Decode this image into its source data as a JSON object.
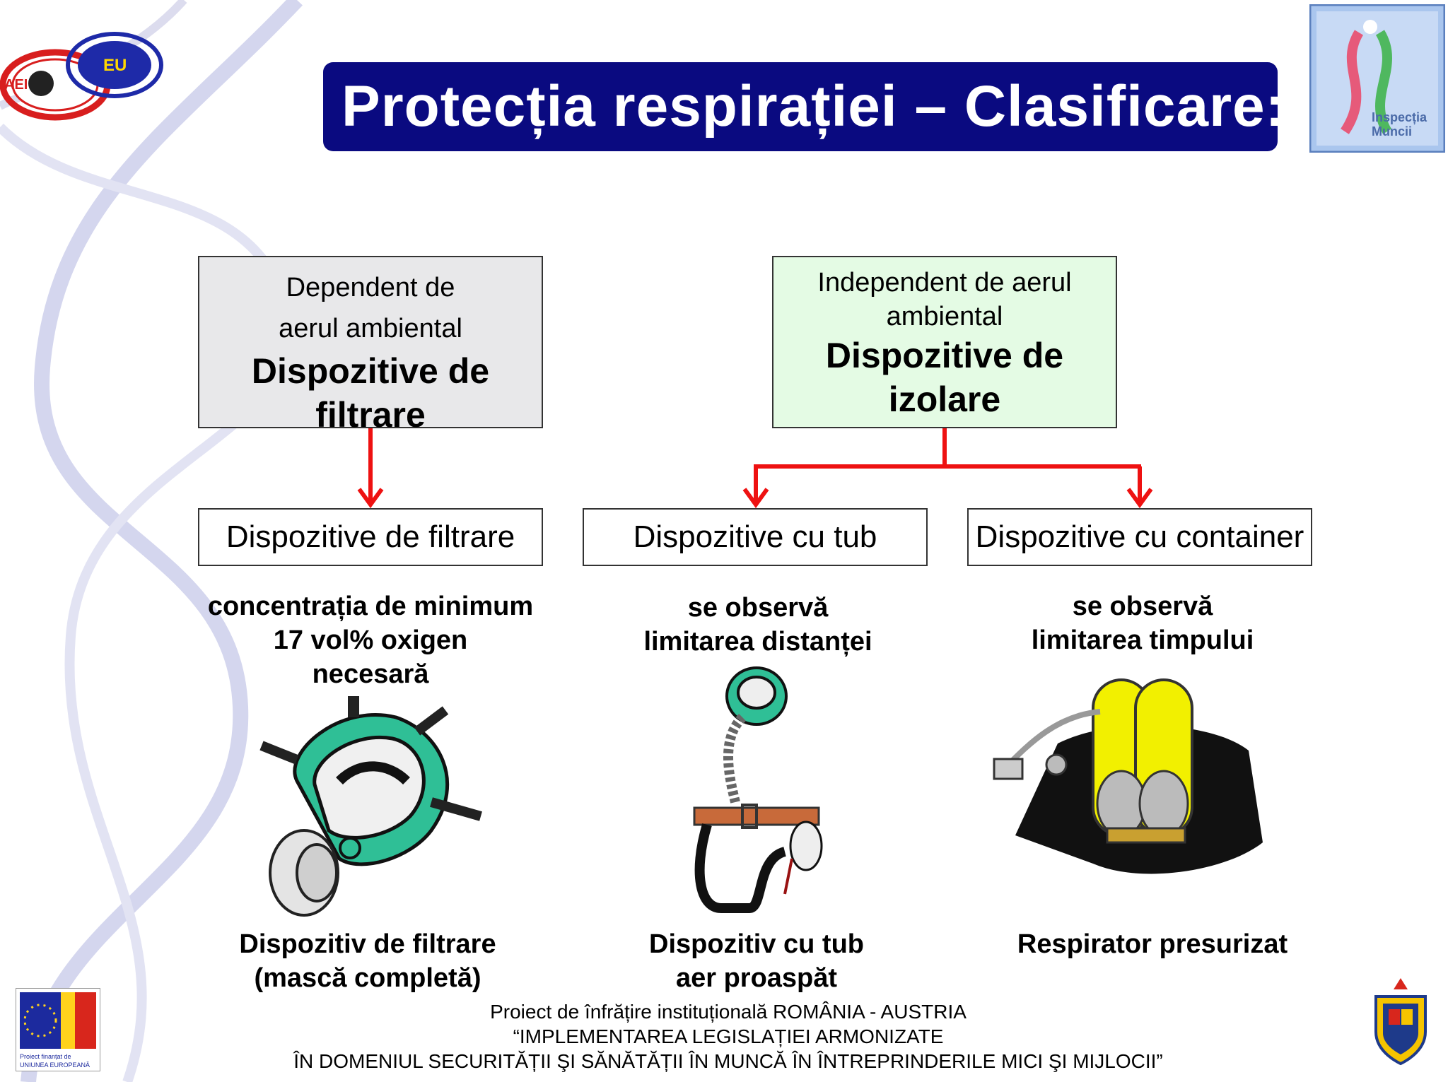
{
  "title": "Protecția respirației – Clasificare:",
  "logos": {
    "aei_text": "AEI",
    "eu_text": "EU",
    "inspectia_line1": "Inspecția",
    "inspectia_line2": "Muncii",
    "eu_funded_line1": "Proiect finanțat de",
    "eu_funded_line2": "UNIUNEA EUROPEANĂ"
  },
  "diagram": {
    "left_top": {
      "line1": "Dependent de",
      "line2": "aerul ambiental",
      "bold1": "Dispozitive de",
      "bold2": "filtrare"
    },
    "right_top": {
      "line1": "Independent de aerul",
      "line2": "ambiental",
      "bold1": "Dispozitive de",
      "bold2": "izolare"
    },
    "children": [
      "Dispozitive de filtrare",
      "Dispozitive cu tub",
      "Dispozitive cu container"
    ],
    "notes": [
      [
        "concentrația de minimum",
        "17 vol% oxigen",
        "necesară"
      ],
      [
        "se observă",
        "limitarea distanței"
      ],
      [
        "se observă",
        "limitarea timpului"
      ]
    ],
    "captions": [
      [
        "Dispozitiv de filtrare",
        "(mască completă)"
      ],
      [
        "Dispozitiv cu tub",
        "aer proaspăt"
      ],
      [
        "Respirator presurizat"
      ]
    ],
    "colors": {
      "arrow": "#ee1111",
      "left_box_fill": "#e8e8ea",
      "right_box_fill": "#e4fbe4",
      "title_bar": "#0a0a80"
    }
  },
  "footer": {
    "line1": "Proiect  de  înfrățire  instituțională  ROMÂNIA - AUSTRIA",
    "line2": "“IMPLEMENTAREA LEGISLAȚIEI ARMONIZATE",
    "line3": "ÎN DOMENIUL SECURITĂȚII ŞI SĂNĂTĂȚII ÎN MUNCĂ ÎN ÎNTREPRINDERILE MICI ŞI MIJLOCII”"
  }
}
